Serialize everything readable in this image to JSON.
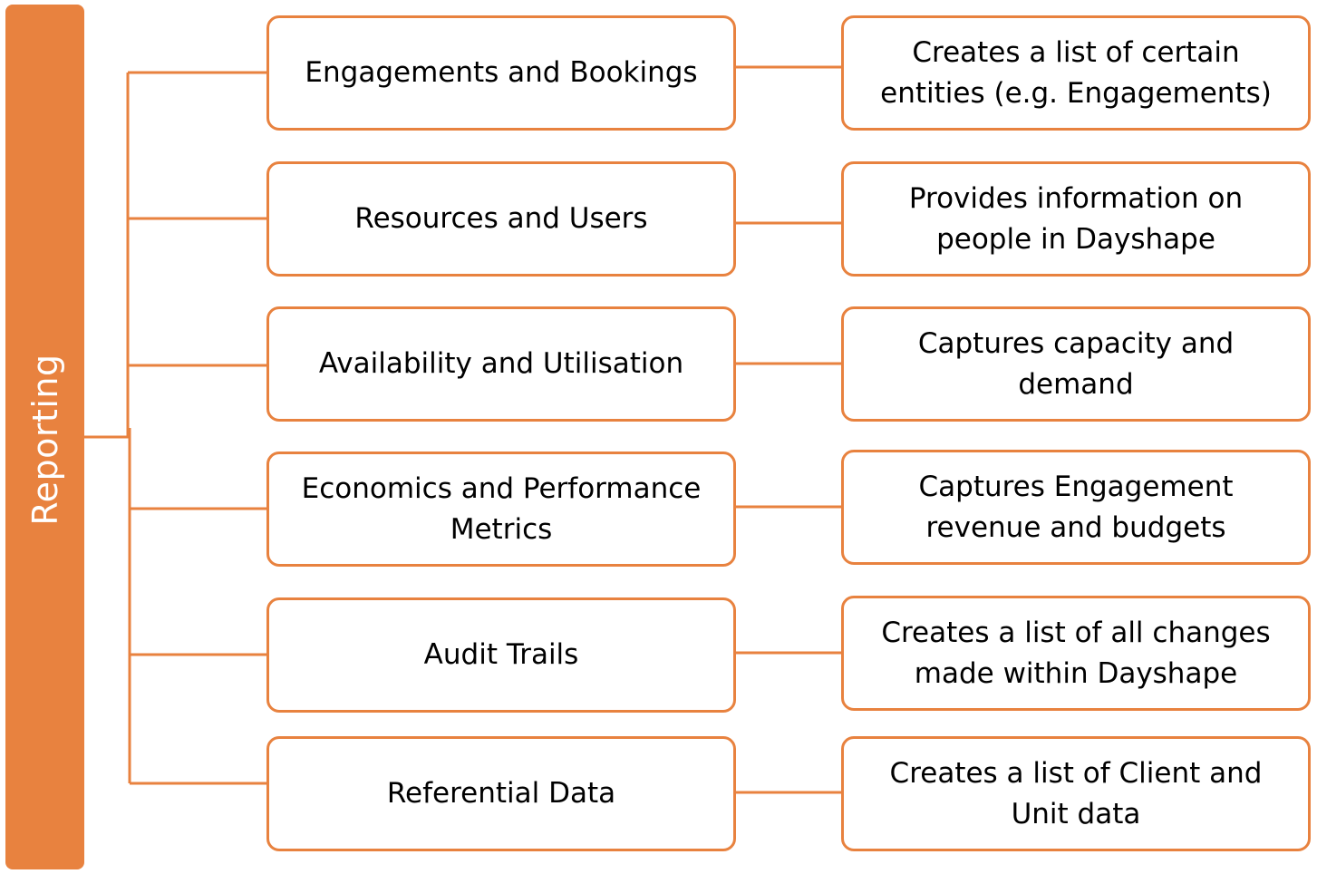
{
  "colors": {
    "accent": "#E8823F",
    "node_fill": "#FFFFFF",
    "text": "#000000",
    "root_text": "#FFFFFF"
  },
  "root": {
    "label": "Reporting"
  },
  "rows": [
    {
      "category": "Engagements and Bookings",
      "description": "Creates a list of certain entities (e.g. Engagements)"
    },
    {
      "category": "Resources and Users",
      "description": "Provides information on people in Dayshape"
    },
    {
      "category": "Availability and Utilisation",
      "description": "Captures capacity and demand"
    },
    {
      "category": "Economics and Performance Metrics",
      "description": "Captures Engagement revenue and budgets"
    },
    {
      "category": "Audit Trails",
      "description": "Creates a list of all changes made within Dayshape"
    },
    {
      "category": "Referential Data",
      "description": "Creates a list of Client and Unit data"
    }
  ]
}
